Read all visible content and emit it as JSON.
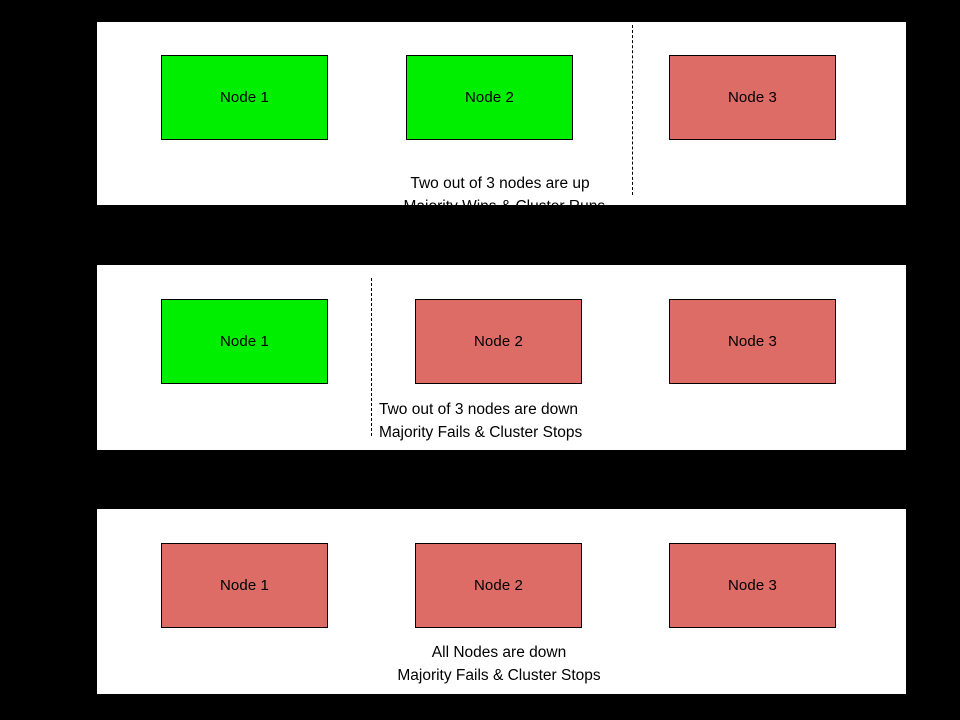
{
  "diagram": {
    "background_color": "#000000",
    "panel_background": "#ffffff",
    "node_up_color": "#00ee00",
    "node_down_color": "#dd6b66",
    "border_color": "#000000",
    "text_color": "#000000",
    "panels": [
      {
        "id": "panel-majority-up",
        "nodes": [
          {
            "label": "Node 1",
            "state": "up"
          },
          {
            "label": "Node 2",
            "state": "up"
          },
          {
            "label": "Node 3",
            "state": "down"
          }
        ],
        "divider": {
          "present": true,
          "style": "dashed",
          "position": "before-node-3"
        },
        "caption": {
          "align": "center",
          "line1": "Two out of 3 nodes are up",
          "line2": ", Majority Wins & Cluster Runs"
        }
      },
      {
        "id": "panel-majority-down",
        "nodes": [
          {
            "label": "Node 1",
            "state": "up"
          },
          {
            "label": "Node 2",
            "state": "down"
          },
          {
            "label": "Node 3",
            "state": "down"
          }
        ],
        "divider": {
          "present": true,
          "style": "dashed",
          "position": "after-node-1"
        },
        "caption": {
          "align": "left",
          "line1": "Two out of 3 nodes are down",
          "line2": "Majority Fails & Cluster Stops"
        }
      },
      {
        "id": "panel-all-down",
        "nodes": [
          {
            "label": "Node 1",
            "state": "down"
          },
          {
            "label": "Node 2",
            "state": "down"
          },
          {
            "label": "Node 3",
            "state": "down"
          }
        ],
        "divider": {
          "present": false,
          "style": "none",
          "position": "none"
        },
        "caption": {
          "align": "center",
          "line1": "All Nodes are down",
          "line2": "Majority Fails & Cluster Stops"
        }
      }
    ]
  }
}
